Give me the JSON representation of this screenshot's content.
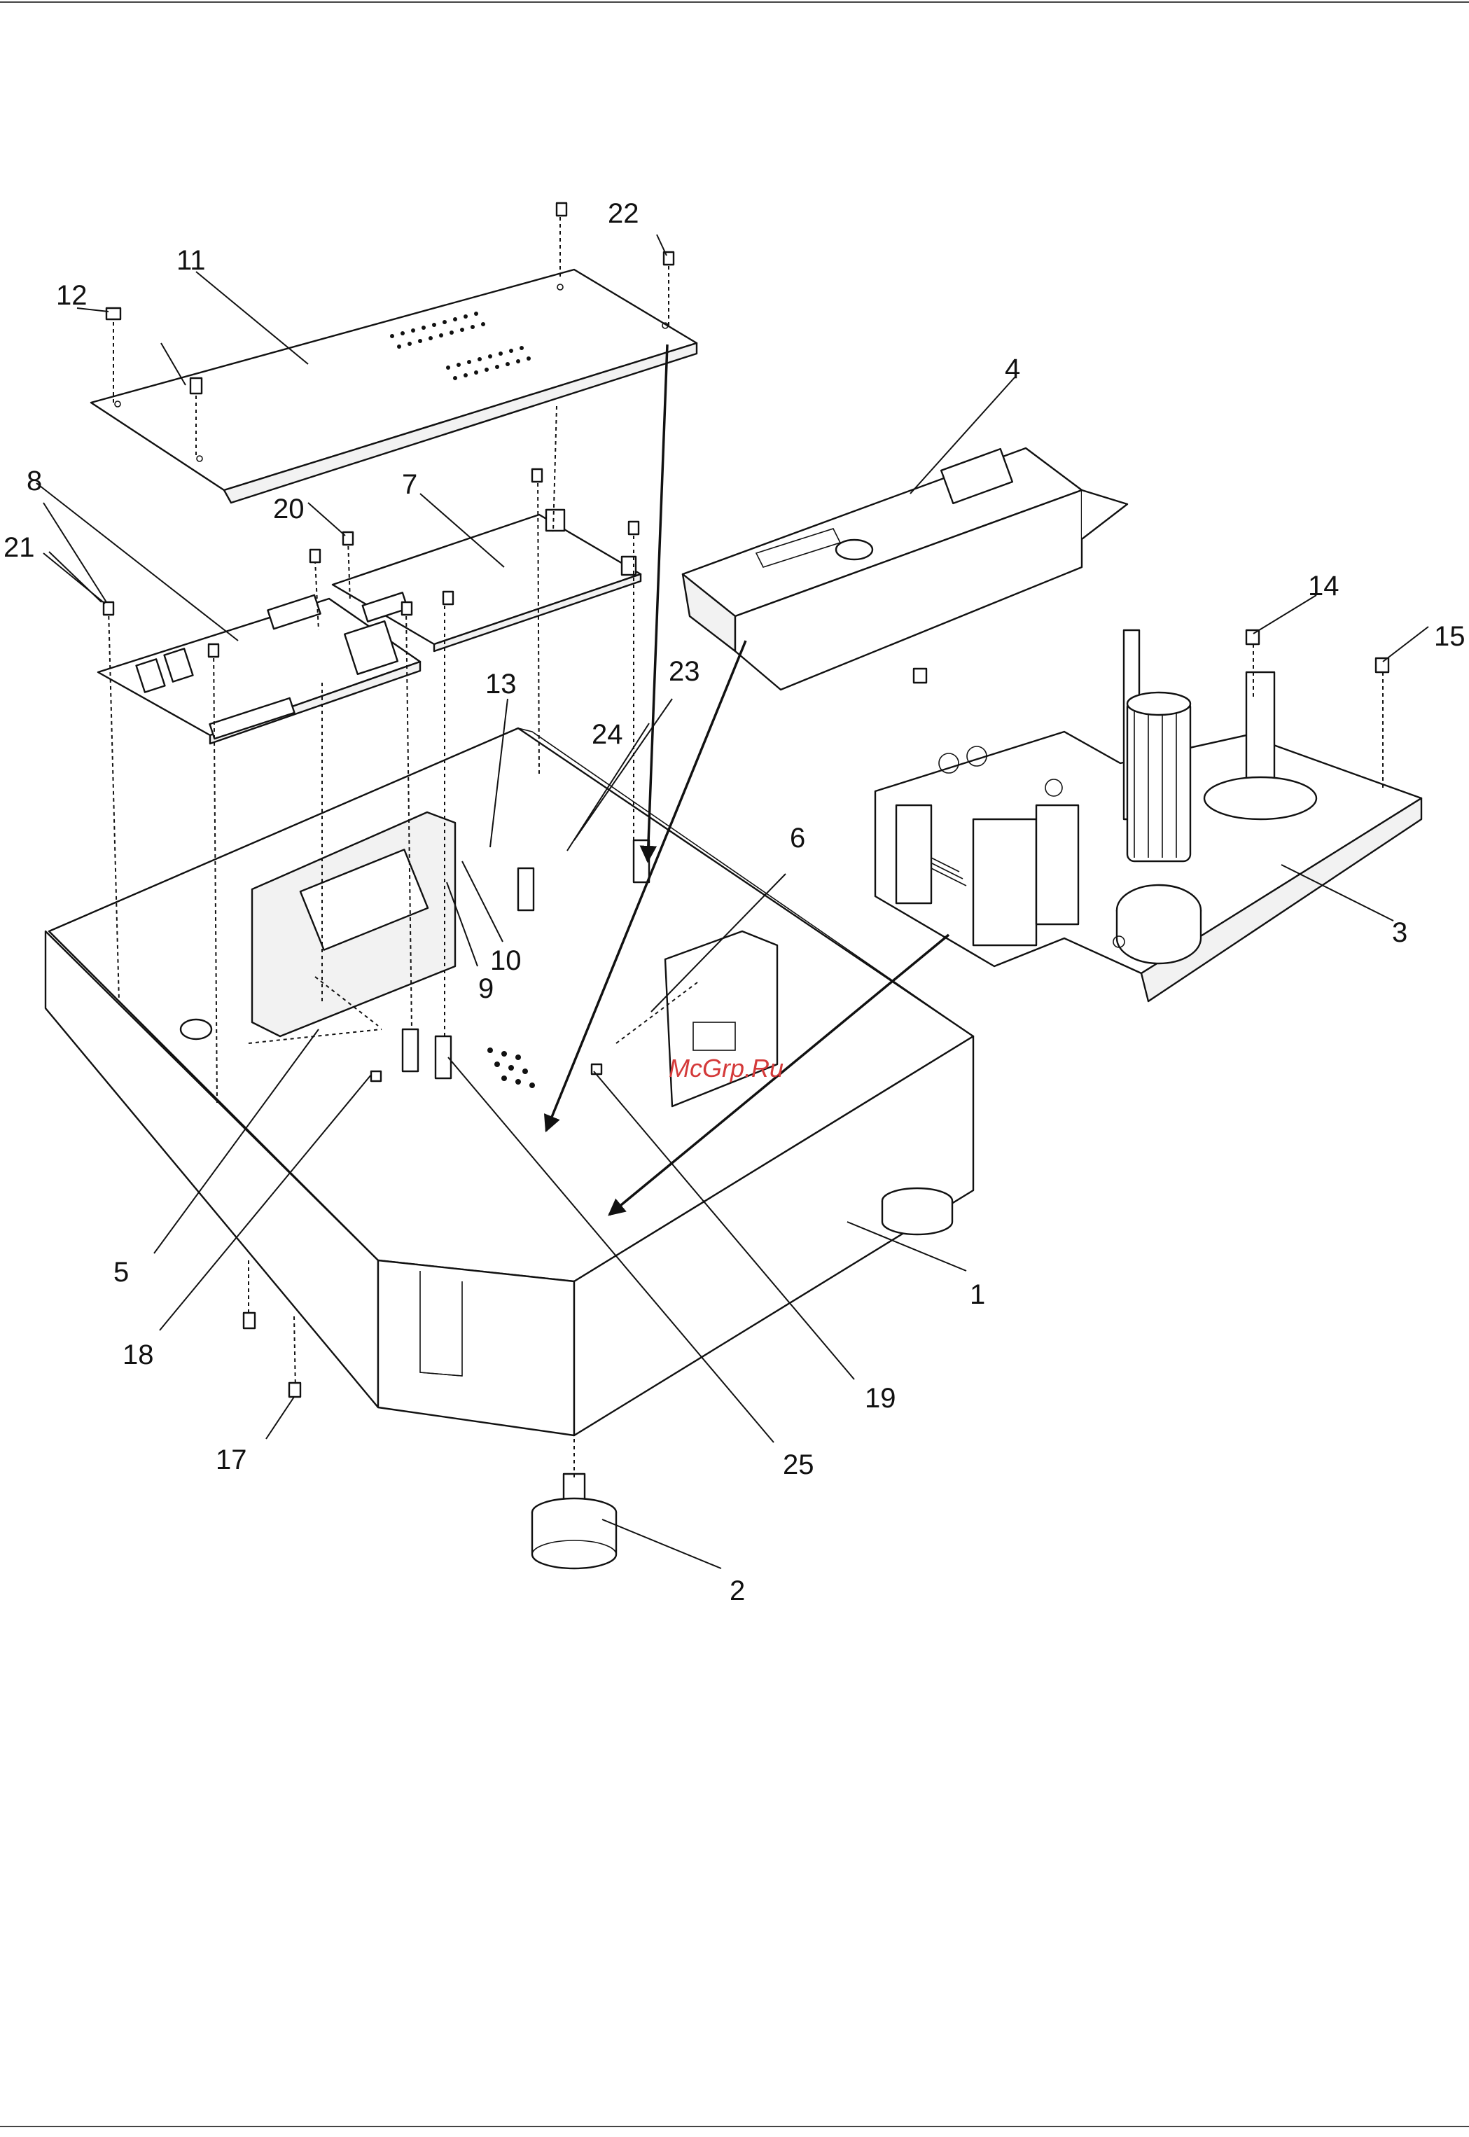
{
  "watermark": "McGrp.Ru",
  "callouts": [
    {
      "id": "c1",
      "label": "1"
    },
    {
      "id": "c2",
      "label": "2"
    },
    {
      "id": "c3",
      "label": "3"
    },
    {
      "id": "c4",
      "label": "4"
    },
    {
      "id": "c5",
      "label": "5"
    },
    {
      "id": "c6",
      "label": "6"
    },
    {
      "id": "c7",
      "label": "7"
    },
    {
      "id": "c8",
      "label": "8"
    },
    {
      "id": "c9",
      "label": "9"
    },
    {
      "id": "c10",
      "label": "10"
    },
    {
      "id": "c11",
      "label": "11"
    },
    {
      "id": "c12",
      "label": "12"
    },
    {
      "id": "c13",
      "label": "13"
    },
    {
      "id": "c14",
      "label": "14"
    },
    {
      "id": "c15",
      "label": "15"
    },
    {
      "id": "c17",
      "label": "17"
    },
    {
      "id": "c18",
      "label": "18"
    },
    {
      "id": "c19",
      "label": "19"
    },
    {
      "id": "c20",
      "label": "20"
    },
    {
      "id": "c21",
      "label": "21"
    },
    {
      "id": "c22",
      "label": "22"
    },
    {
      "id": "c23",
      "label": "23"
    },
    {
      "id": "c24",
      "label": "24"
    },
    {
      "id": "c25",
      "label": "25"
    }
  ]
}
